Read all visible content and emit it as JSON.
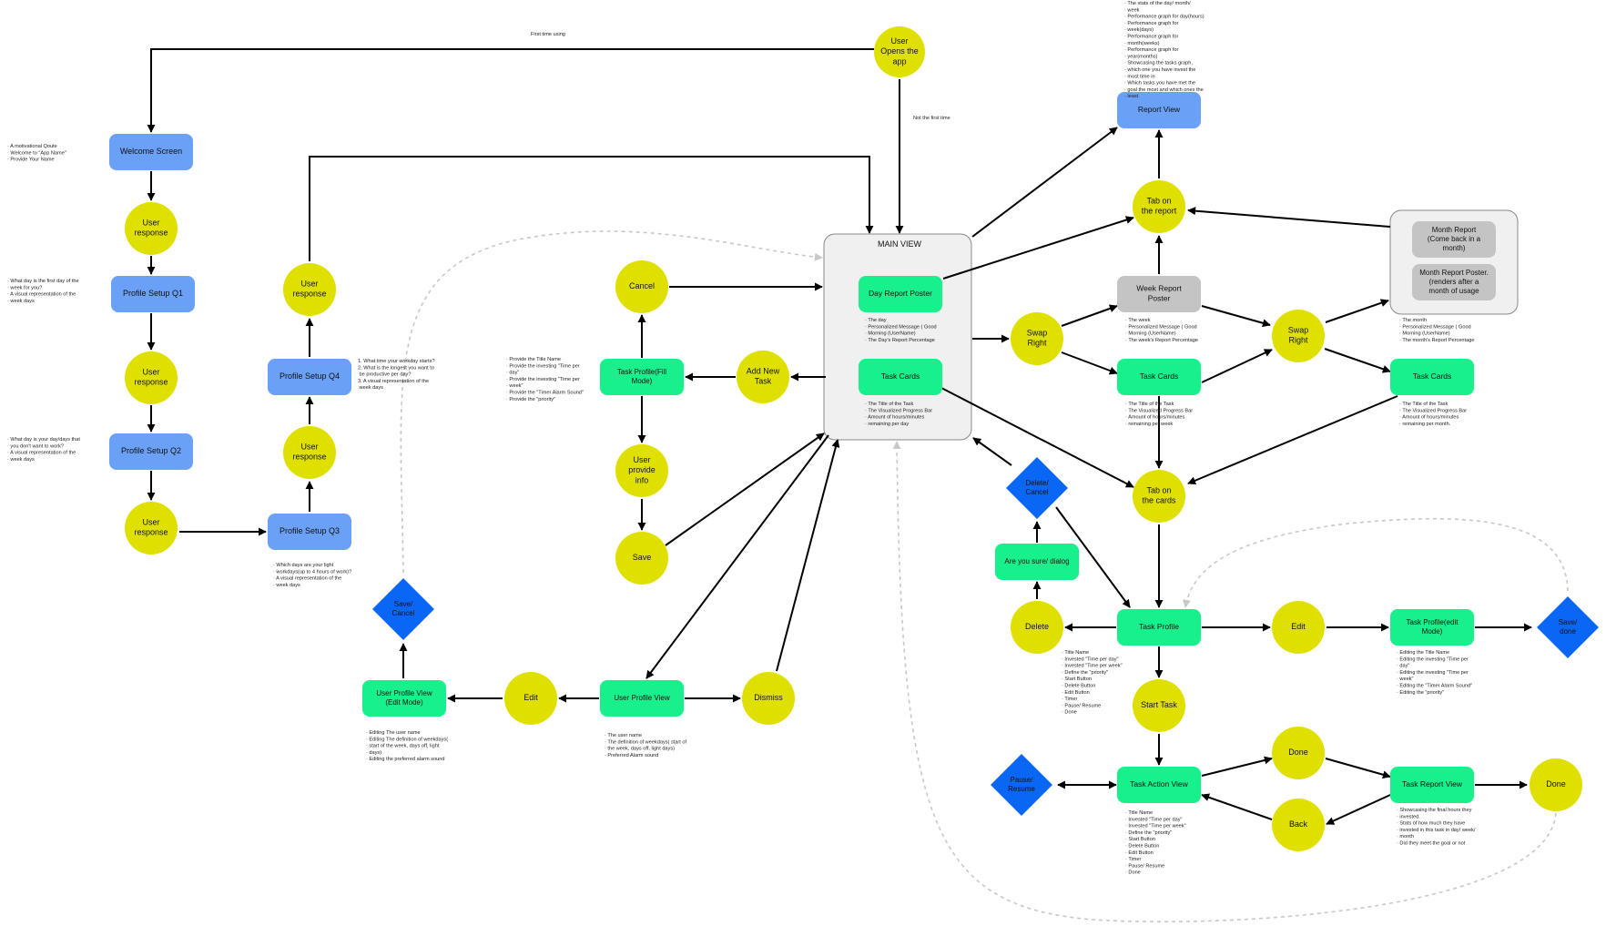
{
  "colors": {
    "blue_box": "#6aa0f5",
    "green_box": "#18f08c",
    "yellow_circle": "#e0e000",
    "diamond": "#0a66f5",
    "gray_box": "#c4c4c4",
    "panel": "#f0f0f0",
    "edge": "#000000",
    "dashed_edge": "#c8c8c8"
  },
  "nodes": {
    "user_opens": "User\nOpens the\napp",
    "welcome": "Welcome Screen",
    "user_resp_1": "User\nresponse",
    "q1": "Profile Setup Q1",
    "user_resp_2": "User\nresponse",
    "q2": "Profile Setup Q2",
    "user_resp_3": "User\nresponse",
    "q3": "Profile Setup Q3",
    "user_resp_4": "User\nresponse",
    "q4": "Profile Setup Q4",
    "user_resp_5": "User\nresponse",
    "main_view": "MAIN VIEW",
    "day_report": "Day Report Poster",
    "main_task_cards": "Task Cards",
    "cancel": "Cancel",
    "task_profile_fill": "Task Profile(Fill\nMode)",
    "add_new_task": "Add New\nTask",
    "user_provide": "User\nprovide\ninfo",
    "save": "Save",
    "save_cancel": "Save/\nCancel",
    "user_profile_edit": "User Profile View\n(Edit Mode)",
    "edit_1": "Edit",
    "user_profile_view": "User Profile View",
    "dismiss": "Dismiss",
    "report_view": "Report View",
    "tab_report": "Tab on\nthe report",
    "week_report": "Week Report\nPoster",
    "month_report": "Month Report\n(Come back in a\nmonth)",
    "month_poster": "Month Report Poster.\n(renders after a\nmonth of usage",
    "swap_right_1": "Swap\nRight",
    "swap_right_2": "Swap\nRight",
    "week_task_cards": "Task Cards",
    "month_task_cards": "Task Cards",
    "tab_cards": "Tab on\nthe cards",
    "delete_cancel": "Delete/\nCancel",
    "are_you_sure": "Are you sure/ dialog",
    "delete": "Delete",
    "task_profile": "Task Profile",
    "edit_2": "Edit",
    "task_profile_edit": "Task Profile(edit\nMode)",
    "save_done": "Save/\ndone",
    "start_task": "Start Task",
    "pause_resume": "Pause/\nResume",
    "task_action": "Task Action View",
    "done_1": "Done",
    "back": "Back",
    "task_report": "Task Report View",
    "done_2": "Done"
  },
  "edge_labels": {
    "first_time": "First time using",
    "not_first": "Not the first time"
  },
  "notes": {
    "welcome": [
      "A motivational Qoute",
      "Welcome to \"App Name\"",
      "Provide Your Name"
    ],
    "q1": [
      "What day is the first day of the",
      "week for you?",
      "A visual representation of the",
      "week days"
    ],
    "q2": [
      "What day is your day/days that",
      "you don't want to work?",
      "A visual representation of the",
      "week days"
    ],
    "q3": [
      "Which days are your light",
      "workdays(up to 4 hours of work)?",
      "A visual representation of the",
      "week days"
    ],
    "q4": [
      "1.  What time your workday starts?",
      "2.  What is the longest you want to",
      "     be productive per day?",
      "3.  A visual representation of the",
      "     week days"
    ],
    "task_fill": [
      "Provide the Title Name",
      "Provide the investing \"Time per",
      "day\"",
      "Provide the investing \"Time per",
      "week\"",
      "Provide the \"Timer Alarm Sound\"",
      "Provide the \"priority\""
    ],
    "day_report": [
      "The day",
      "Personalized Message ( Good",
      "Morning (UserName)",
      "The Day's Report Percentage"
    ],
    "main_cards": [
      "The Title of the Task",
      "The Visualized Progress Bar",
      "Amount of hours/minutes",
      "remaining per day"
    ],
    "user_profile_edit": [
      "Editing The user name",
      "Editing  The definition of weekdays(",
      "start of the week, days off, light",
      "days)",
      "Editing the preferred alarm sound"
    ],
    "user_profile_view": [
      "The user name",
      "The definition of weekdays( start of",
      "the week, days off, light days)",
      "Preferred Alarm sound"
    ],
    "report_view": [
      "The stats of the day/ month/",
      "week",
      "Performance graph for day(hours)",
      "Performance graph for",
      "week(days)",
      "Performance graph for",
      "month(weeks)",
      "Performance graph for",
      "year(months)",
      "Showcasing the tasks graph,",
      "which one you have invest the",
      "most time in",
      "Which tasks you have met the",
      "goal the most and which ones the",
      "least"
    ],
    "week_report": [
      "The week",
      "Personalized Message ( Good",
      "Morning (UserName)",
      "The week's Report Percentage"
    ],
    "week_cards": [
      "The Title of the Task",
      "The Visualized Progress Bar",
      "Amount of hours/minutes",
      "remaining per week"
    ],
    "month_report": [
      "The month",
      "Personalized Message ( Good",
      "Morning (UserName)",
      "The month's Report Percentage"
    ],
    "month_cards": [
      "The Title of the Task",
      "The Visualized Progress Bar",
      "Amount of hours/minutes",
      "remaining per month."
    ],
    "task_profile": [
      "Title Name",
      "Invested \"Time per day\"",
      "Invested \"Time per week\"",
      "Define the \"priority\"",
      "Start Button",
      "Delete Button",
      "Edit Button",
      "Timer",
      "Pause/ Resume",
      "Done"
    ],
    "task_profile_edit": [
      "Editing the Title Name",
      "Editing the investing \"Time per",
      "day\"",
      "Editing the investing \"Time per",
      "week\"",
      "Editing the \"Timer Alarm Sound\"",
      "Editing the \"priority\""
    ],
    "task_action": [
      "Title Name",
      "Invested \"Time per day\"",
      "Invested \"Time per week\"",
      "Define the \"priority\"",
      "Start Button",
      "Delete Button",
      "Edit Button",
      "Timer",
      "Pause/ Resume",
      "Done"
    ],
    "task_report": [
      "Showcasing the final hours they",
      "invested.",
      "Stats of how much they have",
      "invested in this task in day/ week/",
      "month",
      "Did they meet the goal or not"
    ]
  }
}
